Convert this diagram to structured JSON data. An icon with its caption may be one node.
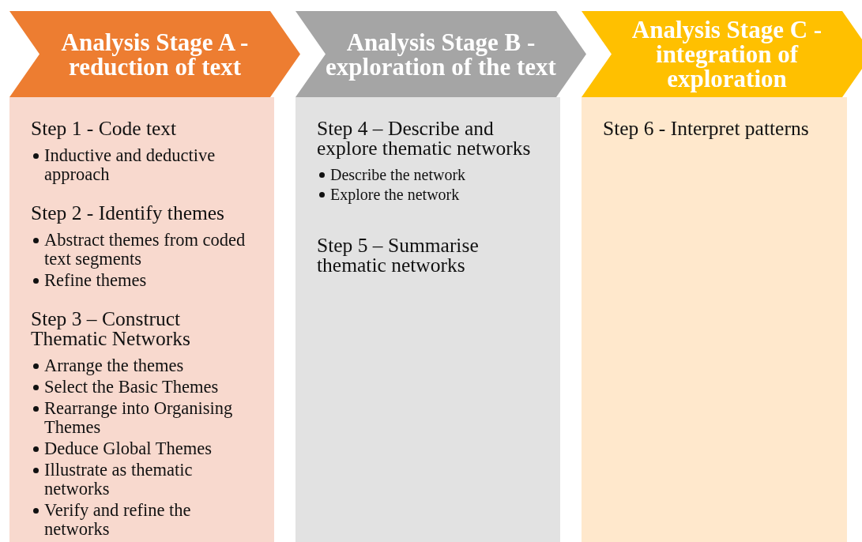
{
  "diagram": {
    "nodes": [
      {
        "text": [
          "Analysis Stage A - reduction of text"
        ]
      },
      {
        "text": [
          "Step 1 - Code text",
          "Inductive and deductive approach",
          "Step 2 - Identify themes",
          "Abstract themes from coded text segments",
          "Refine themes",
          "Step 3 – Construct Thematic Networks",
          "Arrange the themes",
          "Select the Basic Themes",
          "Rearrange into Organising Themes",
          "Deduce Global Themes",
          "Illustrate as thematic networks",
          "Verify and refine the networks"
        ]
      },
      {
        "text": [
          "Analysis Stage B - exploration of the text"
        ]
      },
      {
        "text": [
          "Step 4 – Describe and explore thematic networks",
          "Describe the network",
          "Explore the network",
          "Step 5 – Summarise thematic networks"
        ]
      },
      {
        "text": [
          "Analysis Stage C - integration of exploration"
        ]
      },
      {
        "text": [
          "Step 6 - Interpret patterns"
        ]
      }
    ],
    "edges": []
  }
}
